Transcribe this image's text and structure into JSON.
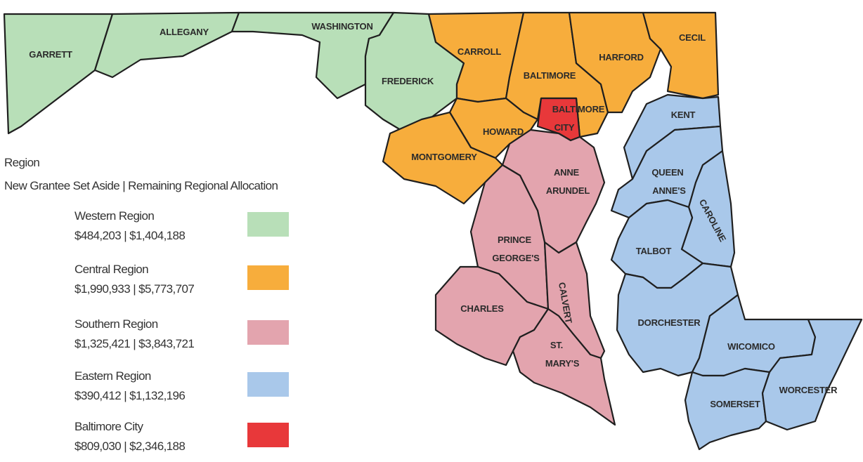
{
  "legend": {
    "title": "Region",
    "subtitle": "New Grantee Set Aside | Remaining Regional Allocation",
    "items": [
      {
        "name": "Western Region",
        "values": "$484,203 | $1,404,188",
        "color": "#b8dfb8"
      },
      {
        "name": "Central Region",
        "values": "$1,990,933 | $5,773,707",
        "color": "#f7ad3c"
      },
      {
        "name": "Southern Region",
        "values": "$1,325,421 | $3,843,721",
        "color": "#e3a4ae"
      },
      {
        "name": "Eastern Region",
        "values": "$390,412 | $1,132,196",
        "color": "#a9c8ea"
      },
      {
        "name": "Baltimore City",
        "values": "$809,030 | $2,346,188",
        "color": "#e8383a"
      }
    ]
  },
  "counties": {
    "garrett": "GARRETT",
    "allegany": "ALLEGANY",
    "washington": "WASHINGTON",
    "frederick": "FREDERICK",
    "carroll": "CARROLL",
    "baltimore": "BALTIMORE",
    "harford": "HARFORD",
    "cecil": "CECIL",
    "baltimore_city_1": "BALTIMORE",
    "baltimore_city_2": "CITY",
    "howard": "HOWARD",
    "montgomery": "MONTGOMERY",
    "anne_arundel_1": "ANNE",
    "anne_arundel_2": "ARUNDEL",
    "prince_georges_1": "PRINCE",
    "prince_georges_2": "GEORGE'S",
    "charles": "CHARLES",
    "calvert": "CALVERT",
    "st_marys_1": "ST.",
    "st_marys_2": "MARY'S",
    "kent": "KENT",
    "queen_annes_1": "QUEEN",
    "queen_annes_2": "ANNE'S",
    "caroline": "CAROLINE",
    "talbot": "TALBOT",
    "dorchester": "DORCHESTER",
    "wicomico": "WICOMICO",
    "somerset": "SOMERSET",
    "worcester": "WORCESTER"
  }
}
